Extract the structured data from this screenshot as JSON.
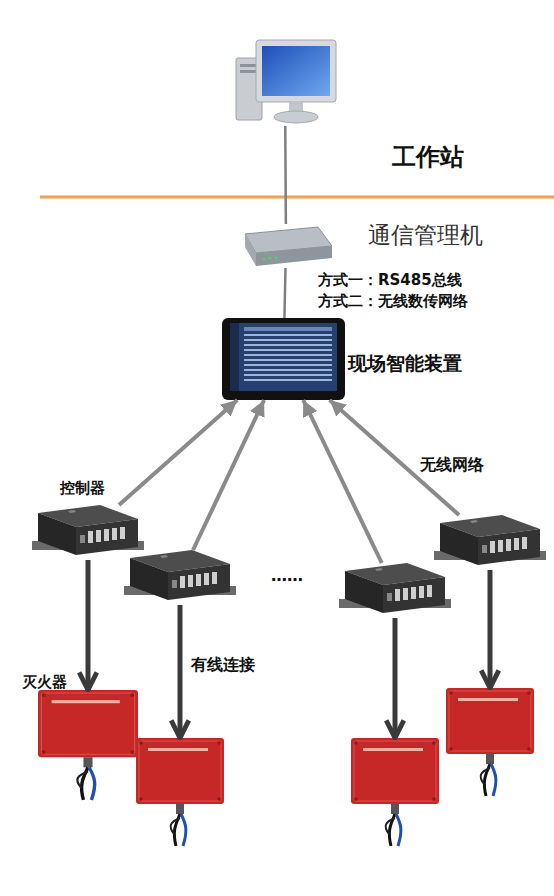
{
  "diagram": {
    "nodes": [
      {
        "text": [
          "工作站"
        ]
      },
      {
        "text": [
          "通信管理机"
        ]
      },
      {
        "text": [
          "现场智能装置"
        ]
      },
      {
        "text": [
          "控制器"
        ]
      },
      {
        "text": []
      },
      {
        "text": []
      },
      {
        "text": []
      },
      {
        "text": [
          "灭火器"
        ]
      },
      {
        "text": []
      },
      {
        "text": []
      },
      {
        "text": []
      }
    ],
    "edges": [
      {
        "from": 0,
        "to": 1,
        "arrow": "none"
      },
      {
        "from": 1,
        "to": 2,
        "arrow": "none"
      },
      {
        "from": 3,
        "to": 2,
        "arrow": "to"
      },
      {
        "from": 4,
        "to": 2,
        "arrow": "to"
      },
      {
        "from": 5,
        "to": 2,
        "arrow": "to"
      },
      {
        "from": 6,
        "to": 2,
        "arrow": "to",
        "label": "无线网络"
      },
      {
        "from": 3,
        "to": 7,
        "arrow": "to"
      },
      {
        "from": 4,
        "to": 8,
        "arrow": "to",
        "label": "有线连接"
      },
      {
        "from": 5,
        "to": 9,
        "arrow": "to"
      },
      {
        "from": 6,
        "to": 10,
        "arrow": "to"
      }
    ],
    "labels": [
      "方式一：RS485总线",
      "方式二：无线数传网络",
      "……"
    ]
  }
}
